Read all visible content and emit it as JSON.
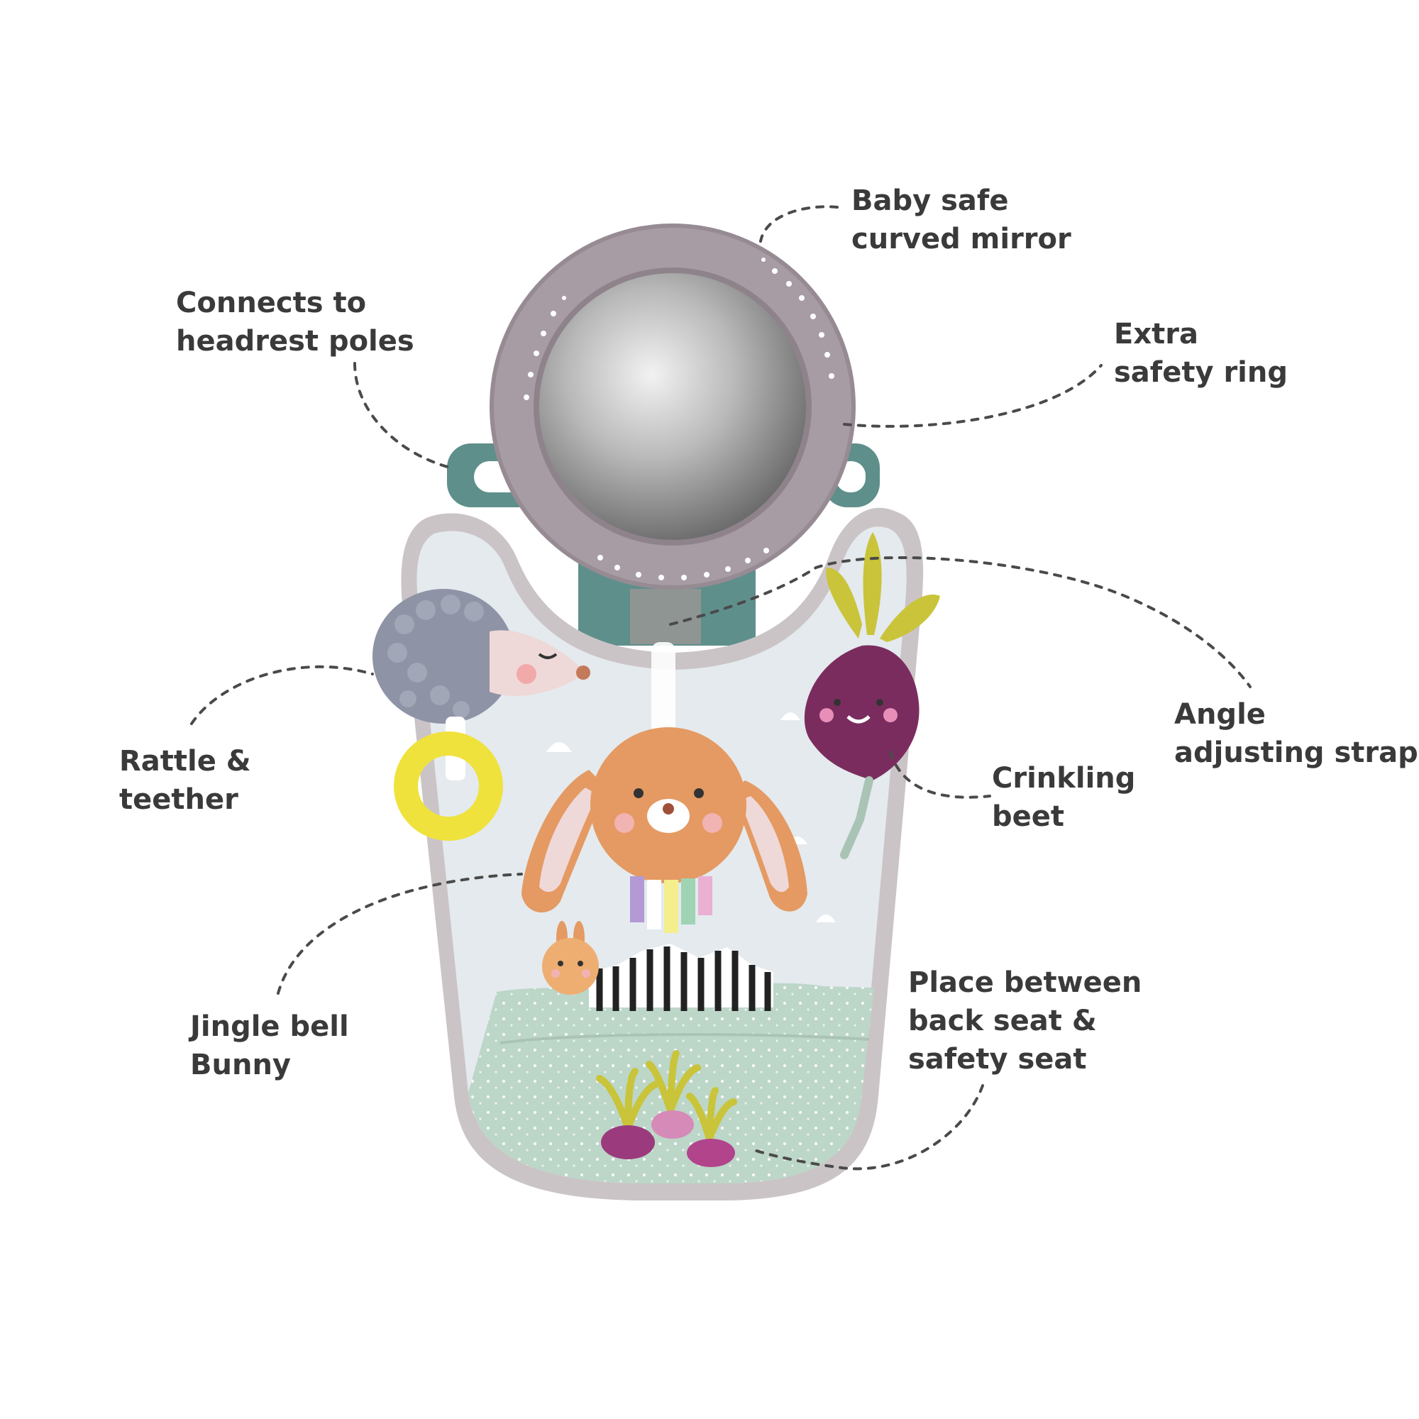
{
  "callouts": {
    "mirror": {
      "lines": [
        "Baby safe",
        "curved mirror"
      ]
    },
    "headrest": {
      "lines": [
        "Connects to",
        "headrest poles"
      ]
    },
    "ring": {
      "lines": [
        "Extra",
        "safety ring"
      ]
    },
    "strap": {
      "lines": [
        "Angle",
        "adjusting strap"
      ]
    },
    "rattle": {
      "lines": [
        "Rattle &",
        "teether"
      ]
    },
    "beet": {
      "lines": [
        "Crinkling",
        "beet"
      ]
    },
    "bunny": {
      "lines": [
        "Jingle bell",
        "Bunny"
      ]
    },
    "seat": {
      "lines": [
        "Place between",
        "back seat &",
        "safety seat"
      ]
    }
  },
  "colors": {
    "text": "#3a3a3a",
    "mirror_frame": "#a89ca4",
    "mat_edge": "#cbc4c7",
    "mat_fill": "#e4eaee",
    "mint": "#bcd6c8",
    "teal_clip": "#5e8f8b",
    "bunny": "#e49a62",
    "beet": "#7b2c5f",
    "leaf": "#c9c43a",
    "teether": "#efe23c",
    "hedgehog": "#8e93a5"
  }
}
